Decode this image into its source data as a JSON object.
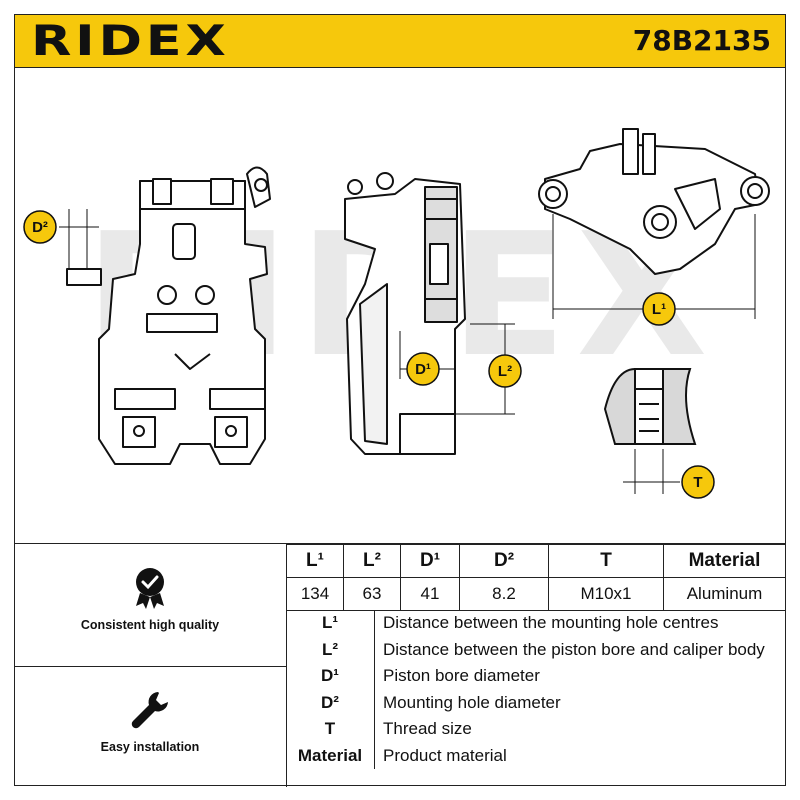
{
  "header": {
    "brand": "RIDEX",
    "part_number": "78B2135"
  },
  "watermark": "RIDEX",
  "badges": {
    "d2": "D²",
    "d1": "D¹",
    "l2": "L²",
    "l1": "L¹",
    "t": "T"
  },
  "features": [
    {
      "icon": "checkmark-shield-icon",
      "label": "Consistent high quality"
    },
    {
      "icon": "wrench-icon",
      "label": "Easy installation"
    }
  ],
  "spec_table": {
    "headers": [
      "L¹",
      "L²",
      "D¹",
      "D²",
      "T",
      "Material"
    ],
    "values": [
      "134",
      "63",
      "41",
      "8.2",
      "M10x1",
      "Aluminum"
    ]
  },
  "legend": [
    {
      "key": "L¹",
      "desc": "Distance between the mounting hole centres"
    },
    {
      "key": "L²",
      "desc": "Distance between the piston bore and caliper body"
    },
    {
      "key": "D¹",
      "desc": "Piston bore diameter"
    },
    {
      "key": "D²",
      "desc": "Mounting hole diameter"
    },
    {
      "key": "T",
      "desc": "Thread size"
    },
    {
      "key": "Material",
      "desc": "Product material"
    }
  ],
  "colors": {
    "accent": "#f6c80c",
    "ink": "#111111",
    "watermark": "#e9e9e9"
  }
}
